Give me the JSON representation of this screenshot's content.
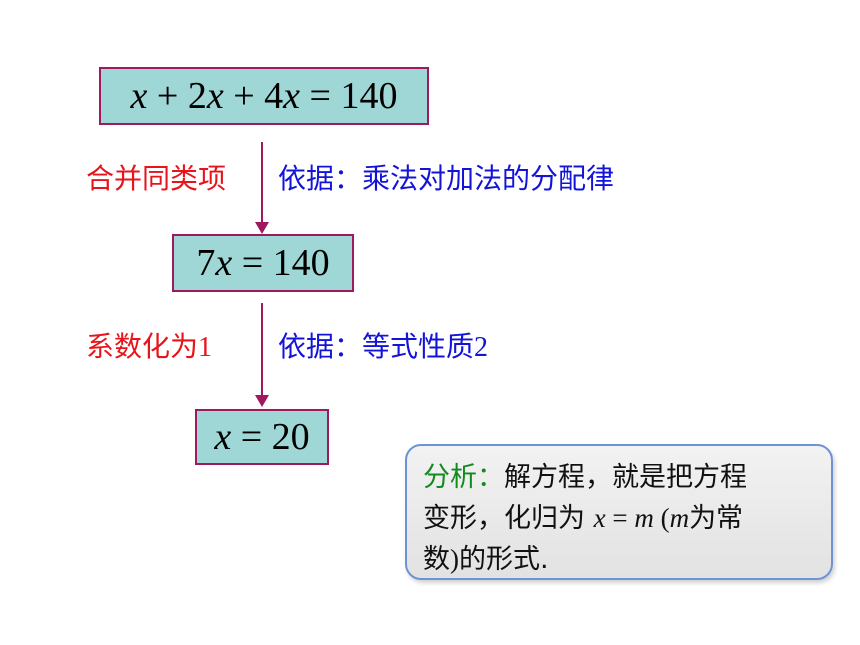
{
  "equations": {
    "eq1": {
      "x1": "x",
      "op1": " + 2",
      "x2": "x",
      "op2": " + 4",
      "x3": "x",
      "rest": " = 140"
    },
    "eq2": {
      "coef": "7",
      "x": "x",
      "rest": " = 140"
    },
    "eq3": {
      "x": "x",
      "rest": " = 20"
    }
  },
  "steps": {
    "step1": {
      "label": "合并同类项",
      "reason": "依据：乘法对加法的分配律"
    },
    "step2": {
      "label_text": "系数化为",
      "label_num": "1",
      "reason_text": "依据：等式性质",
      "reason_num": "2"
    }
  },
  "analysis": {
    "heading": "分析：",
    "line1_rest": "解方程，就是把方程",
    "line2_a": "变形，化归为 ",
    "line2_x": "x",
    "line2_eq": " = ",
    "line2_m": "m",
    "line2_paren": " (",
    "line2_m2": "m",
    "line2_b": "为常",
    "line3_a": "数",
    "line3_paren": ")",
    "line3_b": "的形式."
  },
  "colors": {
    "box_fill": "#9fd6d6",
    "box_border": "#a0185e",
    "step_label": "#e8141b",
    "reason_text": "#1414d8",
    "analysis_heading": "#128a1e",
    "analysis_border": "#6e93d4"
  }
}
